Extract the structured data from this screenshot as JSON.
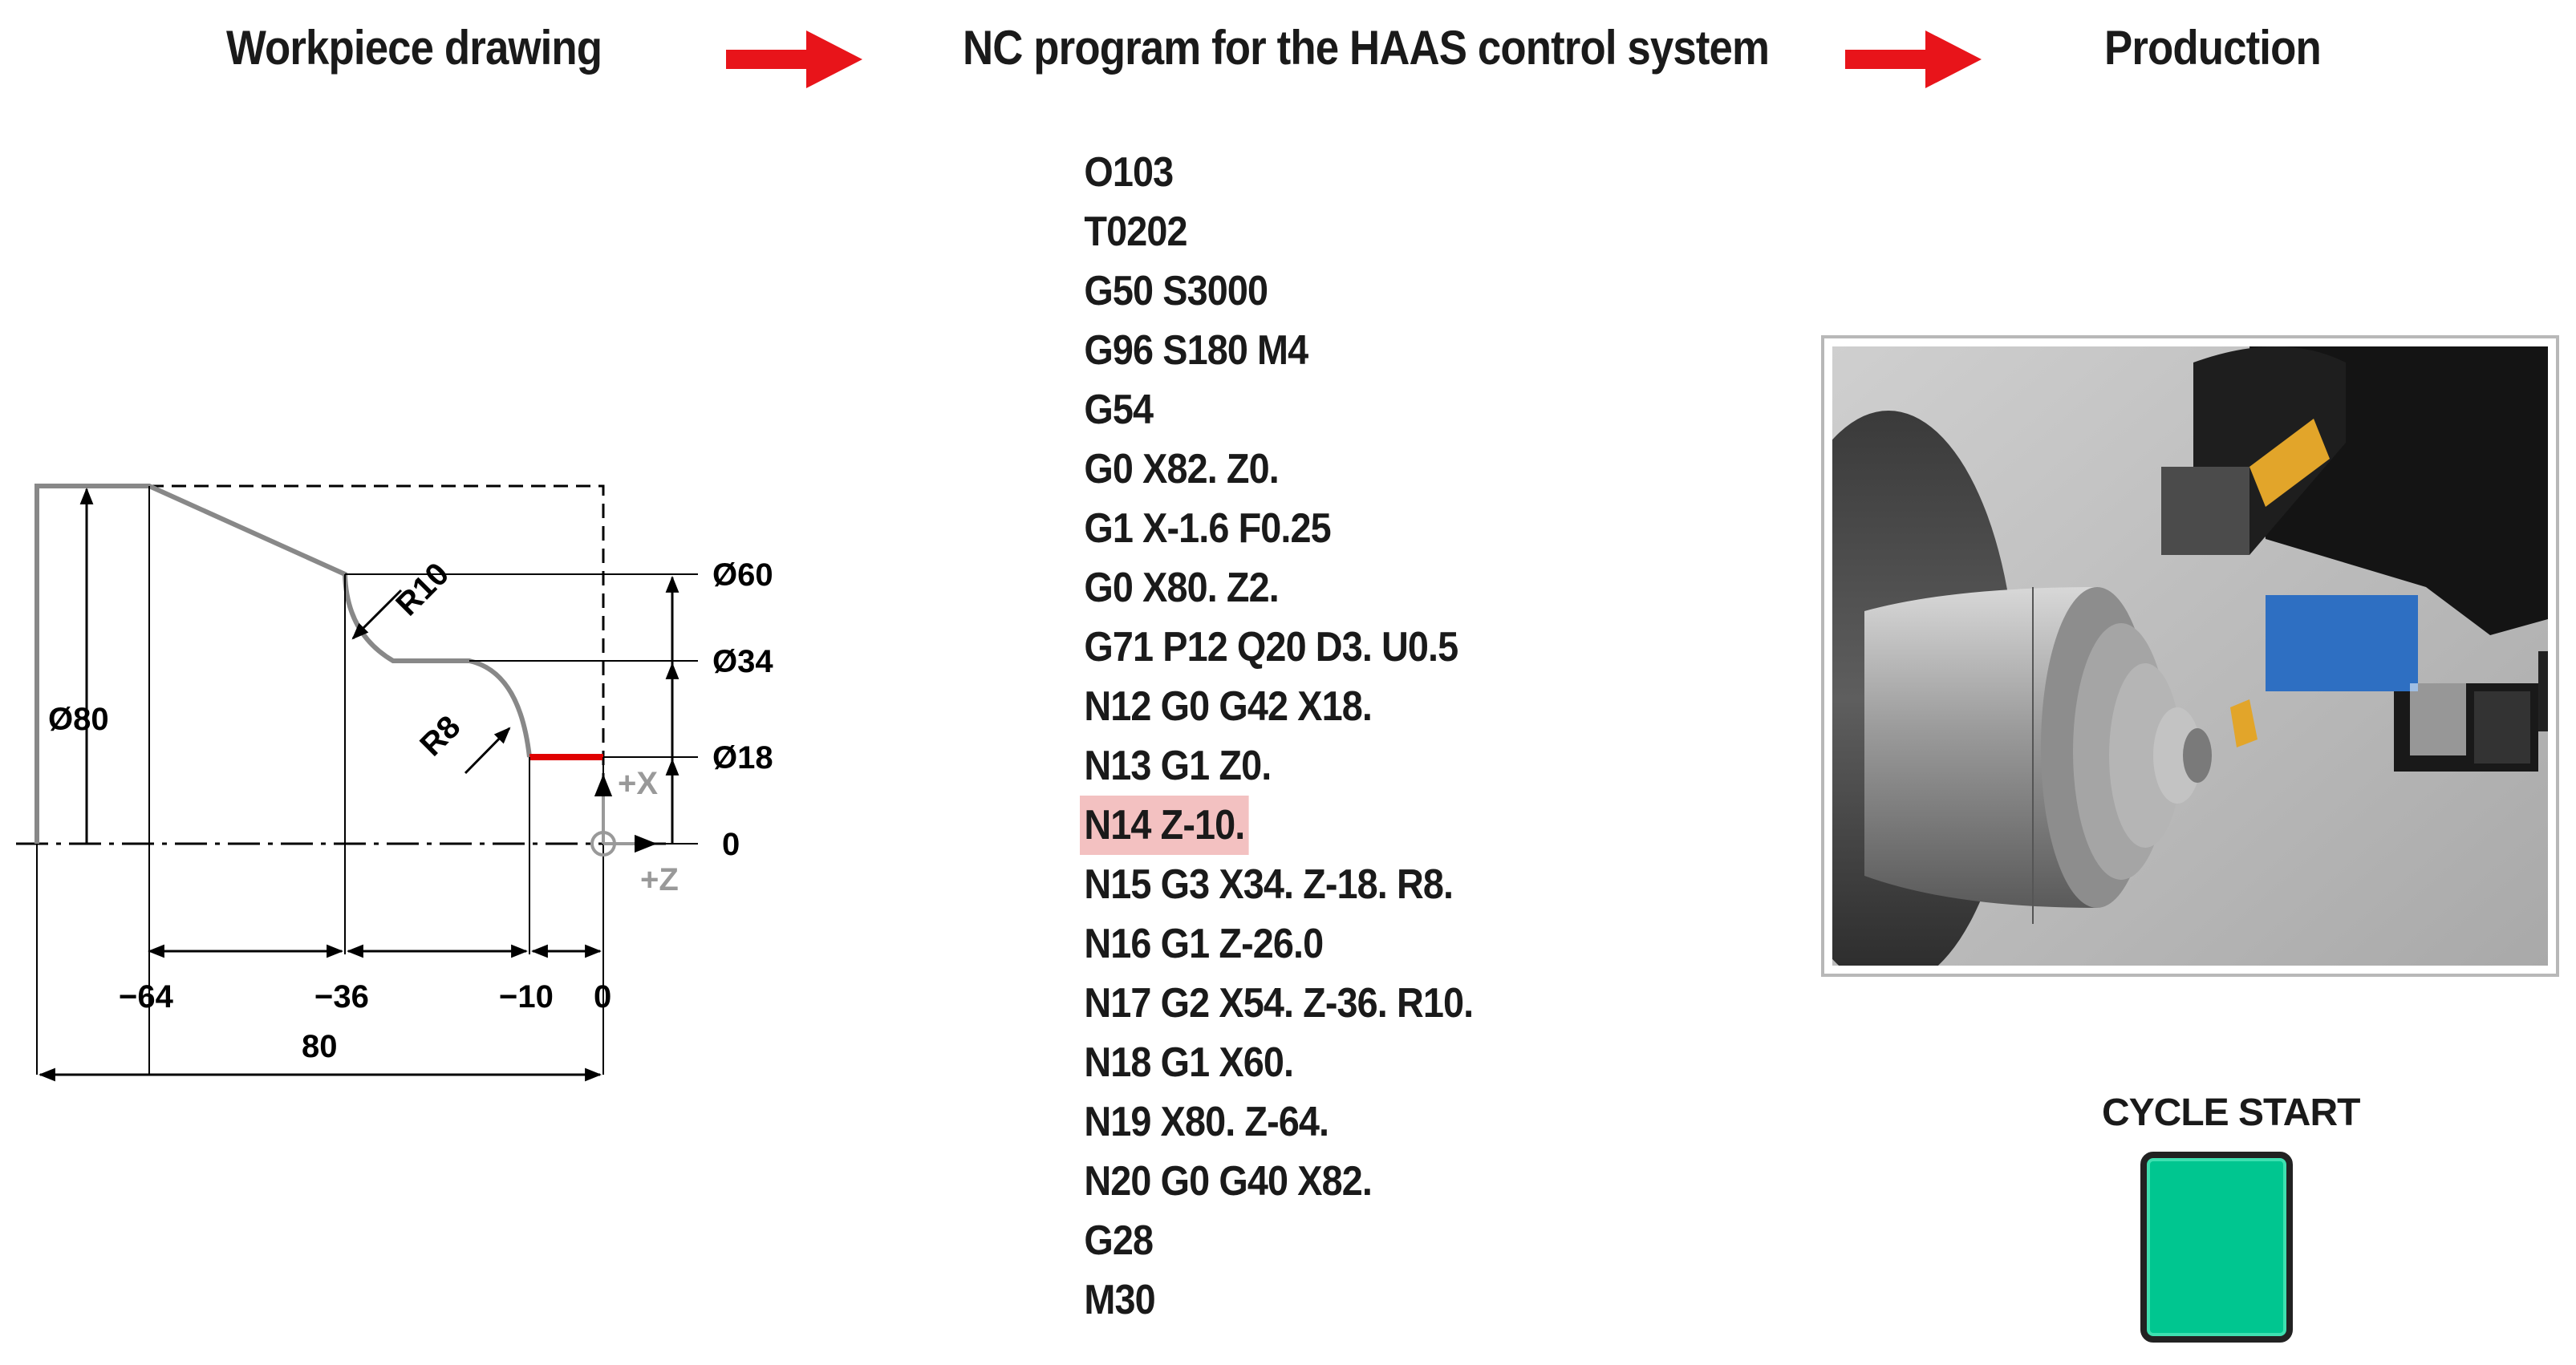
{
  "header": {
    "workpiece": "Workpiece drawing",
    "nc_program": "NC program for the HAAS control system",
    "production": "Production"
  },
  "drawing": {
    "labels": {
      "dia_60": "Ø60",
      "dia_34": "Ø34",
      "dia_18": "Ø18",
      "dia_80": "Ø80",
      "zero_right": "0",
      "r10": "R10",
      "r8": "R8",
      "plus_x": "+X",
      "plus_z": "+Z",
      "tick_m64": "−64",
      "tick_m36": "−36",
      "tick_m10": "−10",
      "tick_0": "0",
      "length": "80"
    },
    "highlight_color": "#e00000",
    "arrow_color": "#e8141a"
  },
  "nc_program": {
    "lines": [
      "O103",
      "T0202",
      "G50 S3000",
      "G96 S180 M4",
      "G54",
      "G0 X82. Z0.",
      "G1 X-1.6 F0.25",
      "G0 X80. Z2.",
      "G71 P12 Q20 D3. U0.5",
      "N12 G0 G42 X18.",
      "N13 G1 Z0.",
      "N14 Z-10.",
      "N15 G3 X34. Z-18. R8.",
      "N16 G1 Z-26.0",
      "N17 G2 X54. Z-36. R10.",
      "N18 G1 X60.",
      "N19 X80. Z-64.",
      "N20 G0 G40 X82.",
      "G28",
      "M30"
    ],
    "highlighted_line": "N14 Z-10.",
    "highlight_color": "#f3c1c1"
  },
  "production": {
    "cycle_start_label": "CYCLE START",
    "button_color": "#00c690"
  }
}
